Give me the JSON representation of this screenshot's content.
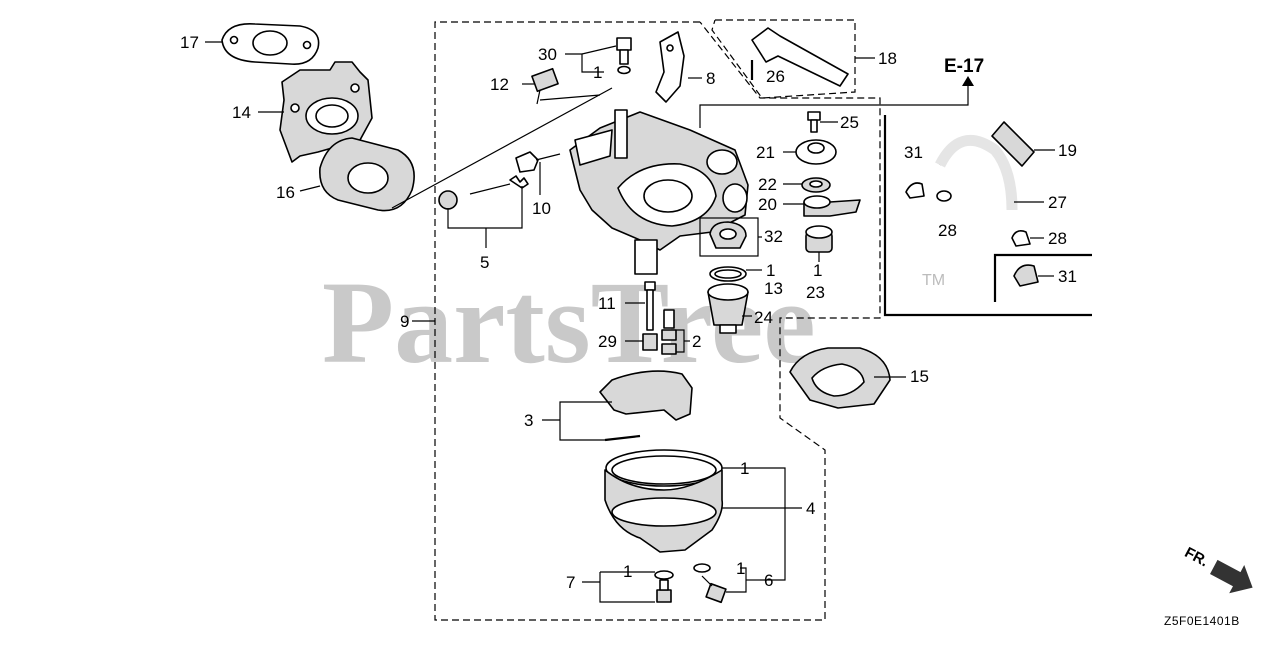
{
  "watermark": {
    "text": "PartsTree",
    "trademark": "TM"
  },
  "section_ref": "E-17",
  "front_marker": "FR.",
  "diagram_code": "Z5F0E1401B",
  "callouts": {
    "c1a": "1",
    "c1b": "1",
    "c1c": "1",
    "c1d": "1",
    "c1e": "1",
    "c1f": "1",
    "c2": "2",
    "c3": "3",
    "c4": "4",
    "c5": "5",
    "c6": "6",
    "c7": "7",
    "c8": "8",
    "c9": "9",
    "c10": "10",
    "c11": "11",
    "c12": "12",
    "c13": "13",
    "c14": "14",
    "c15": "15",
    "c16": "16",
    "c17": "17",
    "c18": "18",
    "c19": "19",
    "c20": "20",
    "c21": "21",
    "c22": "22",
    "c23": "23",
    "c24": "24",
    "c25": "25",
    "c26": "26",
    "c27": "27",
    "c28a": "28",
    "c28b": "28",
    "c29": "29",
    "c30": "30",
    "c31a": "31",
    "c31b": "31",
    "c32": "32"
  }
}
